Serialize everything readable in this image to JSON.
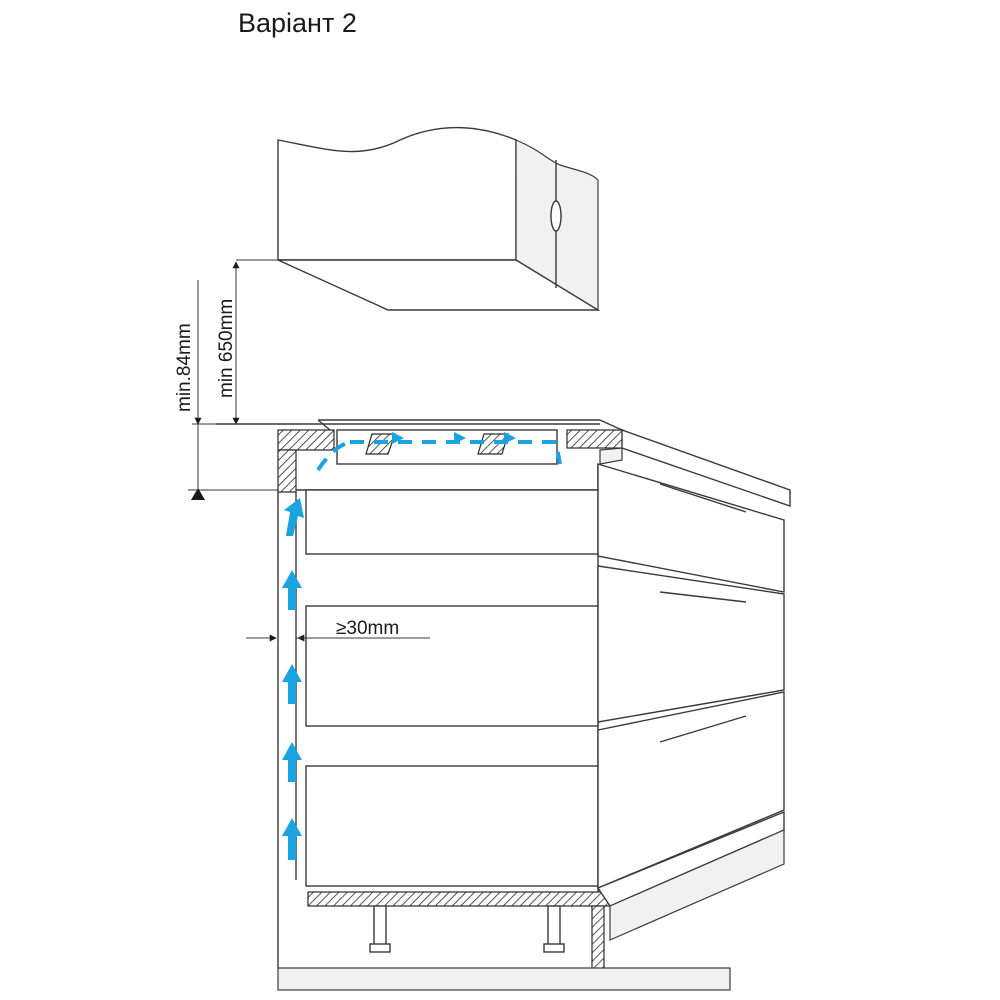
{
  "title": "Варіант 2",
  "dimensions": {
    "min_height_label": "min 650mm",
    "vent_gap_label": "min.84mm",
    "side_gap_label": "≥30mm"
  },
  "colors": {
    "airflow": "#1aa3e0",
    "line": "#3a3a3a"
  }
}
